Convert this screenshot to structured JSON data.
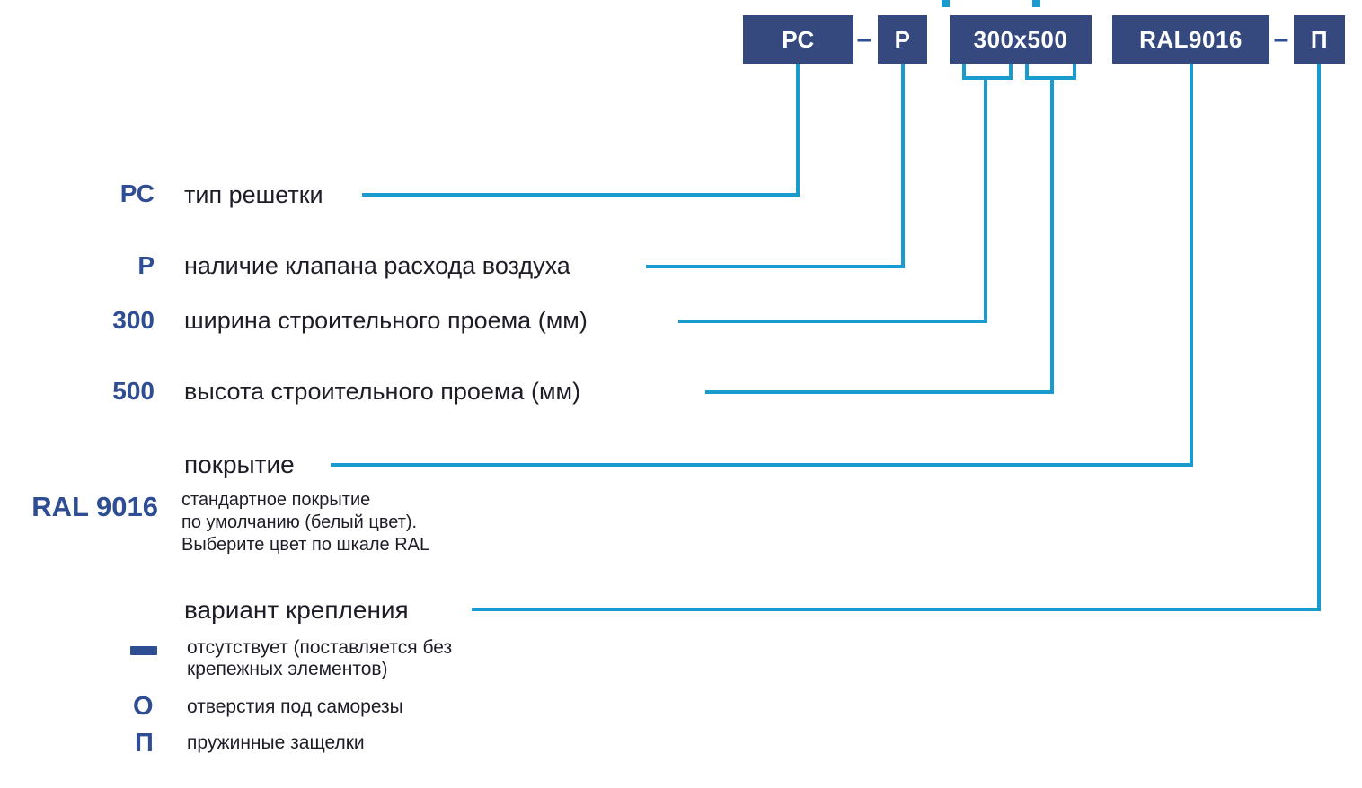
{
  "code": {
    "boxes": [
      {
        "id": "type",
        "label": "РС"
      },
      {
        "id": "valve",
        "label": "Р"
      },
      {
        "id": "size",
        "label": "300х500"
      },
      {
        "id": "coating",
        "label": "RAL9016"
      },
      {
        "id": "mounting",
        "label": "П"
      }
    ],
    "separator": "–"
  },
  "legend_rows": [
    {
      "value": "РС",
      "label": "тип решетки"
    },
    {
      "value": "Р",
      "label": "наличие клапана расхода воздуха"
    },
    {
      "value": "300",
      "label": "ширина строительного проема (мм)"
    },
    {
      "value": "500",
      "label": "высота строительного проема (мм)"
    }
  ],
  "coating": {
    "heading": "покрытие",
    "value": "RAL 9016",
    "description_lines": [
      "стандартное покрытие",
      "по умолчанию (белый цвет).",
      "Выберите цвет по шкале RAL"
    ]
  },
  "mounting": {
    "heading": "вариант крепления",
    "options": [
      {
        "symbol": "dash",
        "label_lines": [
          "отсутствует (поставляется без",
          "крепежных элементов)"
        ]
      },
      {
        "symbol": "О",
        "label_lines": [
          "отверстия под саморезы"
        ]
      },
      {
        "symbol": "П",
        "label_lines": [
          "пружинные защелки"
        ]
      }
    ]
  },
  "colors": {
    "box_navy": "#35497e",
    "accent_navy": "#2e4d92",
    "line_cyan": "#199bce",
    "text_dark": "#1d1d27",
    "box_text": "#ffffff"
  }
}
